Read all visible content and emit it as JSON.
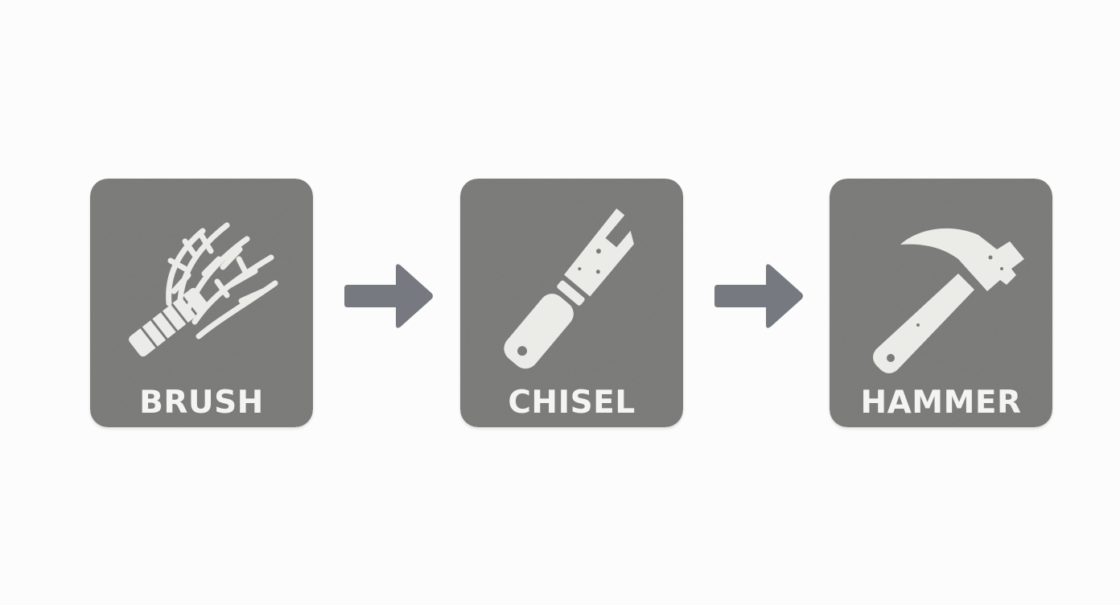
{
  "colors": {
    "background": "#fcfcfc",
    "card": "#7b7b79",
    "icon": "#ebebe8",
    "arrow": "#767a80",
    "label": "#f4f4f2"
  },
  "steps": [
    {
      "label": "BRUSH",
      "icon": "brush-icon"
    },
    {
      "label": "CHISEL",
      "icon": "chisel-icon"
    },
    {
      "label": "HAMMER",
      "icon": "hammer-icon"
    }
  ],
  "connectors": [
    {
      "icon": "arrow-right-icon"
    },
    {
      "icon": "arrow-right-icon"
    }
  ]
}
